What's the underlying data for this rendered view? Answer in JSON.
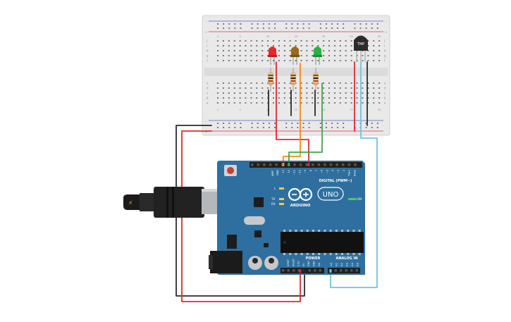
{
  "breadboard": {
    "rail_plus": "+",
    "rail_minus": "−",
    "row_letters_top": [
      "j",
      "i",
      "h",
      "g",
      "f"
    ],
    "row_letters_bottom": [
      "e",
      "d",
      "c",
      "b",
      "a"
    ],
    "column_labels": [
      "1",
      "",
      "",
      "",
      "5",
      "",
      "",
      "",
      "",
      "10",
      "",
      "",
      "",
      "",
      "15",
      "",
      "",
      "",
      "",
      "20",
      "",
      "",
      "",
      "",
      "25",
      "",
      "",
      "",
      "",
      "30"
    ]
  },
  "components": {
    "temperature_sensor_label": "TMP",
    "led_colors": {
      "red": "#e8262a",
      "yellow": "#9a6a18",
      "green": "#27b342"
    }
  },
  "arduino": {
    "brand": "ARDUINO",
    "model": "UNO",
    "digital_header_label": "DIGITAL (PWM~)",
    "power_header_label": "POWER",
    "analog_header_label": "ANALOG IN",
    "led_l": "L",
    "led_tx": "TX",
    "led_rx": "RX",
    "on_label": "ON",
    "aref_label": "AREF",
    "digital_pins": [
      "GND",
      "13",
      "12",
      "~11",
      "~10",
      "~9",
      "8",
      "7",
      "~6",
      "~5",
      "4",
      "~3",
      "2",
      "TX▸1",
      "RX◂0"
    ],
    "power_pins": [
      "IOREF",
      "RESET",
      "3.3V",
      "5V",
      "GND",
      "GND",
      "Vin"
    ],
    "analog_pins": [
      "A0",
      "A1",
      "A2",
      "A3",
      "A4",
      "A5"
    ]
  },
  "colors": {
    "board_blue": "#2f6f9f",
    "wire_red": "#e02a2a",
    "wire_black": "#2a2a2a",
    "wire_orange": "#f08a1a",
    "wire_green": "#3aa845",
    "wire_cyan": "#6fc3d8"
  }
}
